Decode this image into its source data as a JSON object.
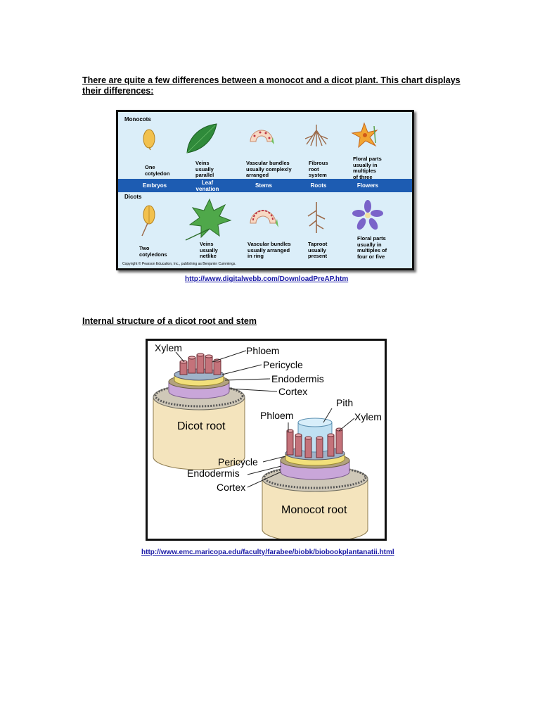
{
  "heading1": "There are quite a few differences between a monocot and a dicot plant. This chart displays their differences:",
  "comparison_chart": {
    "monocots_label": "Monocots",
    "dicots_label": "Dicots",
    "categories": [
      "Embryos",
      "Leaf venation",
      "Stems",
      "Roots",
      "Flowers"
    ],
    "monocot_captions": [
      "One\ncotyledon",
      "Veins\nusually\nparallel",
      "Vascular bundles\nusually complexly\narranged",
      "Fibrous\nroot\nsystem",
      "Floral parts\nusually in\nmultiples\nof three"
    ],
    "dicot_captions": [
      "Two\ncotyledons",
      "Veins\nusually\nnetlike",
      "Vascular bundles\nusually arranged\nin ring",
      "Taproot\nusually\npresent",
      "Floral parts\nusually in\nmultiples of\nfour or five"
    ],
    "copyright": "Copyright © Pearson Education, Inc., publishing as Benjamin Cummings."
  },
  "link1": "http://www.digitalwebb.com/DownloadPreAP.htm",
  "heading2": "Internal structure of a dicot root and stem",
  "root_diagram": {
    "dicot_labels": [
      "Xylem",
      "Phloem",
      "Pericycle",
      "Endodermis",
      "Cortex"
    ],
    "dicot_title": "Dicot root",
    "monocot_labels": [
      "Pith",
      "Xylem",
      "Phloem",
      "Pericycle",
      "Endodermis",
      "Cortex"
    ],
    "monocot_title": "Monocot root"
  },
  "link2": "http://www.emc.maricopa.edu/faculty/farabee/biobk/biobookplantanatii.html"
}
